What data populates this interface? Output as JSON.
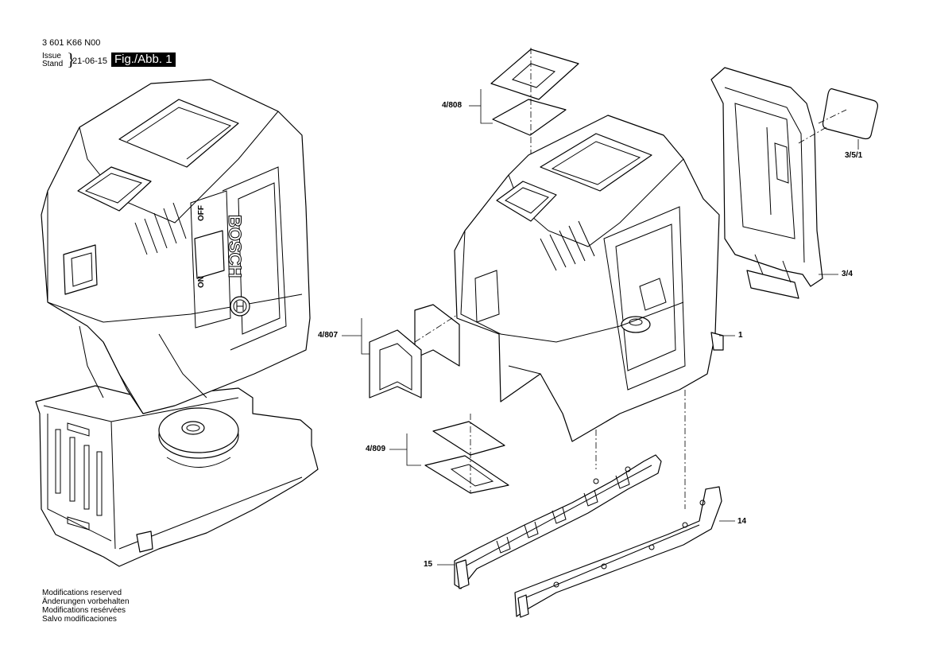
{
  "header": {
    "part_number": "3 601 K66 N00",
    "issue_label_1": "Issue",
    "issue_label_2": "Stand",
    "date": "21-06-15",
    "figure_tag": "Fig./Abb. 1"
  },
  "parts": [
    {
      "ref": "4/808"
    },
    {
      "ref": "3/5/1"
    },
    {
      "ref": "3/4"
    },
    {
      "ref": "1"
    },
    {
      "ref": "4/807"
    },
    {
      "ref": "4/809"
    },
    {
      "ref": "14"
    },
    {
      "ref": "15"
    }
  ],
  "logo": {
    "brand": "BOSCH",
    "switch_off": "OFF",
    "switch_on": "ON"
  },
  "footer": {
    "lines": [
      "Modifications reserved",
      "Änderungen vorbehalten",
      "Modifications resérvées",
      "Salvo modificaciones"
    ]
  }
}
